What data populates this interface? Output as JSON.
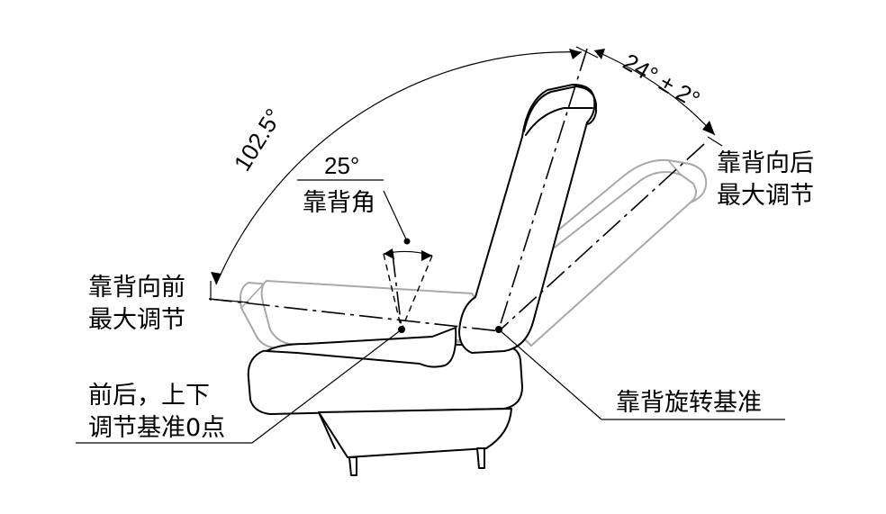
{
  "labels": {
    "angle_range": "102.5°",
    "backrest_angle_value": "25°",
    "backrest_angle_label": "靠背角",
    "tolerance_angle": "24° ± 2°",
    "rear_max_line1": "靠背向后",
    "rear_max_line2": "最大调节",
    "front_max_line1": "靠背向前",
    "front_max_line2": "最大调节",
    "zero_point_line1": "前后，上下",
    "zero_point_line2": "调节基准0点",
    "pivot_reference": "靠背旋转基准"
  }
}
